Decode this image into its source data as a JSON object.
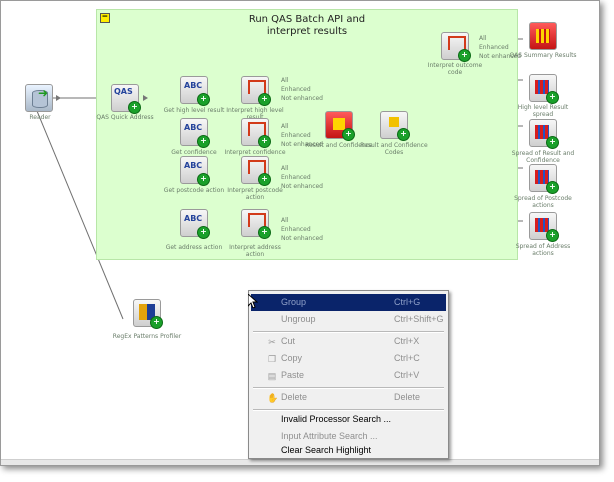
{
  "group": {
    "title_line1": "Run QAS Batch API and",
    "title_line2": "interpret results",
    "collapse_symbol": "−"
  },
  "nodes": {
    "reader": "Reader",
    "qas_quick_address": "QAS Quick Address",
    "get_high_level_result": "Get high level result",
    "interpret_high_level_result": "Interpret high level result",
    "get_confidence": "Get confidence",
    "interpret_confidence": "Interpret confidence",
    "get_postcode_action": "Get postcode action",
    "interpret_postcode_action": "Interpret postcode action",
    "get_address_action": "Get address action",
    "interpret_address_action": "Interpret address action",
    "result_and_confidence": "Result and Confidence",
    "result_and_confidence_codes": "Result and Confidence Codes",
    "interpret_outcome_code": "Interpret outcome code",
    "qas_summary_results": "QAS Summary Results",
    "high_level_result_spread": "High level Result spread",
    "spread_result_confidence": "Spread of Result and Confidence",
    "spread_postcode_actions": "Spread of Postcode actions",
    "spread_address_actions": "Spread of Address actions",
    "regex_patterns_profiler": "RegEx Patterns Profiler"
  },
  "outputs": {
    "all": "All",
    "enhanced": "Enhanced",
    "not_enhanced": "Not enhanced"
  },
  "menu": {
    "group": "Group",
    "group_sc": "Ctrl+G",
    "ungroup": "Ungroup",
    "ungroup_sc": "Ctrl+Shift+G",
    "cut": "Cut",
    "cut_sc": "Ctrl+X",
    "copy": "Copy",
    "copy_sc": "Ctrl+C",
    "paste": "Paste",
    "paste_sc": "Ctrl+V",
    "delete": "Delete",
    "delete_sc": "Delete",
    "invalid_processor_search": "Invalid Processor Search ...",
    "input_attribute_search": "Input Attribute Search ...",
    "clear_search_highlight": "Clear Search Highlight"
  },
  "colors": {
    "group_bg": "#dcffcf",
    "menu_highlight": "#0a246a",
    "badge_green": "#1aa02a"
  }
}
